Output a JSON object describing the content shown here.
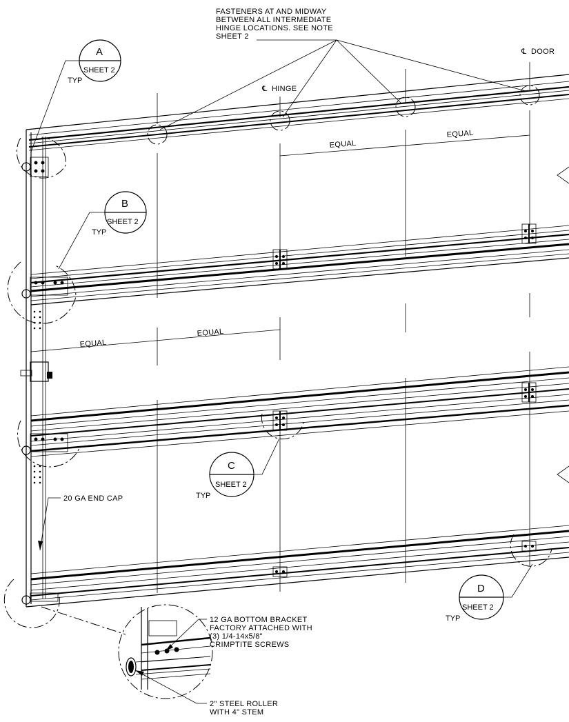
{
  "callouts": {
    "fasteners": [
      "FASTENERS AT AND MIDWAY",
      "BETWEEN ALL INTERMEDIATE",
      "HINGE LOCATIONS.  SEE NOTE",
      "SHEET 2"
    ],
    "cl_door": "DOOR",
    "cl_hinge": "HINGE",
    "equal": "EQUAL",
    "end_cap": "20 GA END CAP",
    "bottom_bracket": [
      "12 GA BOTTOM BRACKET",
      "FACTORY ATTACHED WITH",
      "(3) 1/4-14x5/8\"",
      "CRIMPTITE SCREWS"
    ],
    "roller": [
      "2\" STEEL ROLLER",
      "WITH 4\" STEM"
    ]
  },
  "details": [
    {
      "letter": "A",
      "sheet": "SHEET 2",
      "typ": "TYP"
    },
    {
      "letter": "B",
      "sheet": "SHEET 2",
      "typ": "TYP"
    },
    {
      "letter": "C",
      "sheet": "SHEET 2",
      "typ": "TYP"
    },
    {
      "letter": "D",
      "sheet": "SHEET 2",
      "typ": "TYP"
    }
  ]
}
